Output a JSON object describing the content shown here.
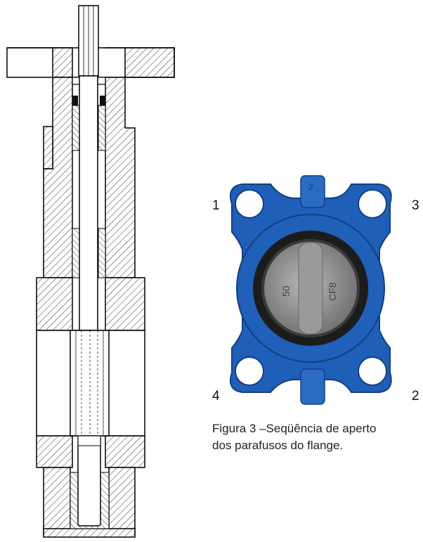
{
  "figure": {
    "caption_line1": "Figura 3 –Seqüência de aperto",
    "caption_line2": "dos parafusos do flange."
  },
  "bolt_labels": {
    "top_left": "1",
    "top_right": "3",
    "bottom_left": "4",
    "bottom_right": "2"
  },
  "valve_markings": {
    "disc_left": "50",
    "disc_right": "CF8",
    "top_boss": "2"
  },
  "colors": {
    "hatch": "#333333",
    "valve_body": "#1f5fb8",
    "valve_body_dark": "#123f82",
    "liner": "#1c1c1c",
    "disc": "#8c8c8c"
  },
  "icons": {
    "drawing": "valve-stem-cross-section",
    "photo": "butterfly-valve"
  }
}
